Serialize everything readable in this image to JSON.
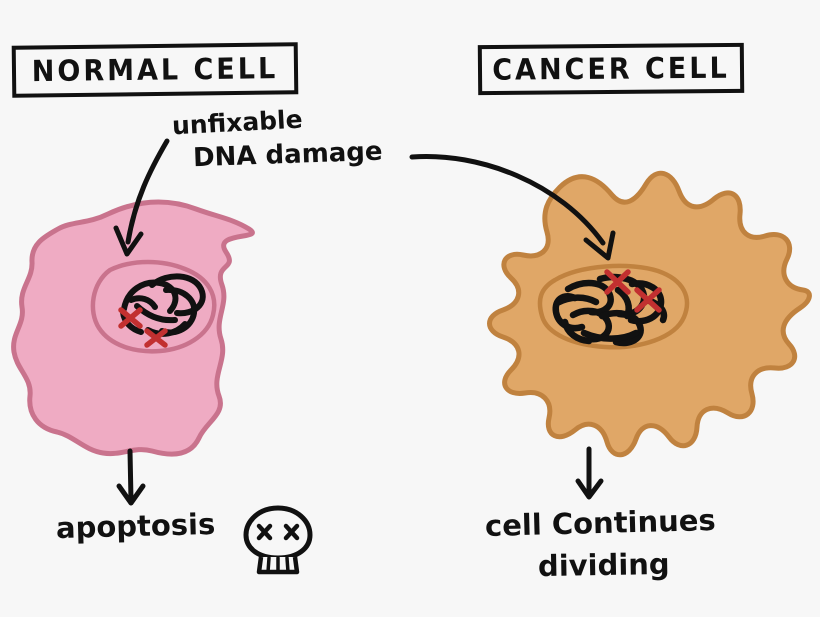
{
  "background_color": "#f7f7f7",
  "panels": {
    "normal": {
      "title": "NORMAL CELL",
      "cell_fill": "#efabc3",
      "cell_stroke": "#c9738d",
      "nucleus_stroke": "#c9738d",
      "dna_color": "#111111",
      "damage_marker_color": "#c23030",
      "damage_marker_count": 2,
      "outcome": "apoptosis",
      "outcome_icon": "skull-icon"
    },
    "cancer": {
      "title": "CANCER CELL",
      "cell_fill": "#e0a767",
      "cell_stroke": "#c0823f",
      "nucleus_stroke": "#c0823f",
      "dna_color": "#111111",
      "damage_marker_color": "#c23030",
      "damage_marker_count": 2,
      "outcome_line1": "cell Continues",
      "outcome_line2": "dividing"
    }
  },
  "annotation": {
    "line1": "unfixable",
    "line2": "DNA damage",
    "pointer_targets": [
      "normal-cell-nucleus",
      "cancer-cell-nucleus"
    ]
  },
  "arrows": {
    "to_normal_nucleus": "curved-arrow-down-left",
    "to_cancer_nucleus": "curved-arrow-down-right",
    "normal_outcome": "arrow-down",
    "cancer_outcome": "arrow-down"
  }
}
